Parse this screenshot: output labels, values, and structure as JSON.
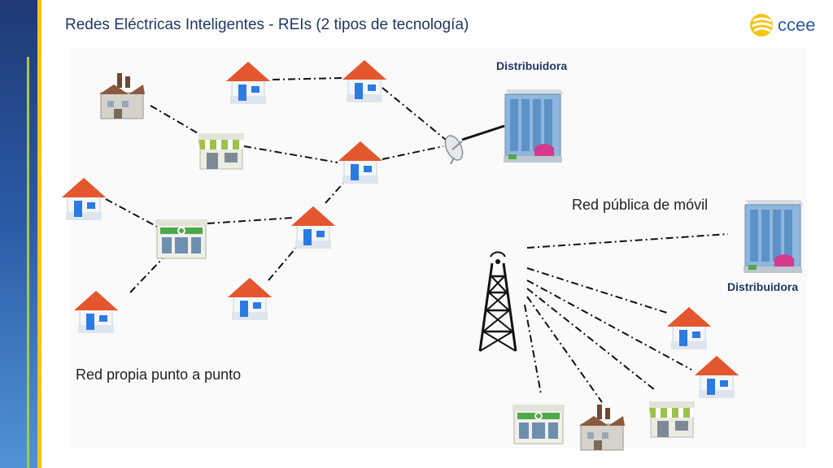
{
  "slide": {
    "title": "Redes Eléctricas Inteligentes - REIs (2 tipos de tecnología)",
    "logo_text": "ccee"
  },
  "diagram": {
    "label_distribuidora_top": "Distribuidora",
    "label_distribuidora_right": "Distribuidora",
    "label_red_publica": "Red pública de móvil",
    "label_red_propia": "Red propia punto a punto"
  },
  "colors": {
    "roof": "#e4572e",
    "house_wall": "#f4f6fa",
    "window": "#2c7be5",
    "sidebar_dark": "#1f3a76",
    "accent_yellow": "#f3c415"
  }
}
